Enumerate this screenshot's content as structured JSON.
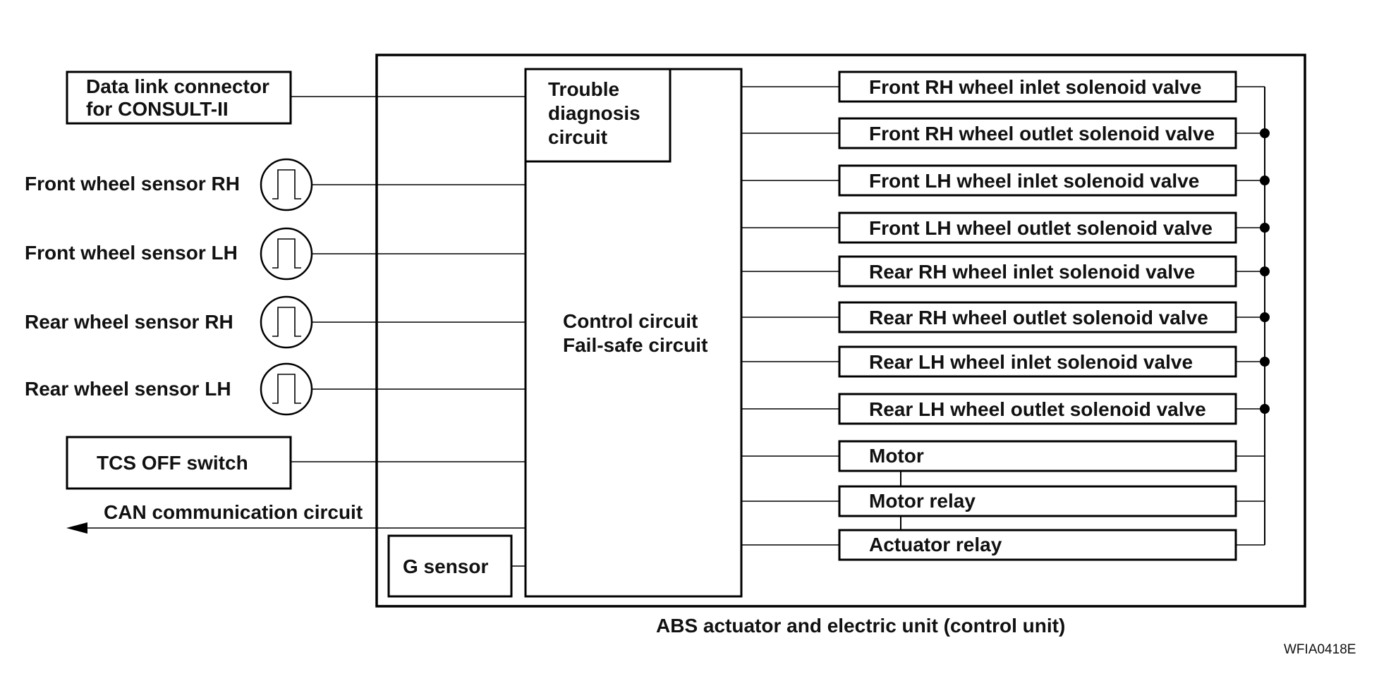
{
  "inputs": {
    "data_link": [
      "Data link connector",
      "for CONSULT-II"
    ],
    "sensors": [
      "Front wheel sensor RH",
      "Front wheel sensor LH",
      "Rear wheel sensor RH",
      "Rear wheel sensor LH"
    ],
    "tcs_switch": "TCS OFF switch",
    "can": "CAN communication circuit"
  },
  "unit": {
    "trouble": [
      "Trouble",
      "diagnosis",
      "circuit"
    ],
    "control": [
      "Control circuit",
      "Fail-safe circuit"
    ],
    "g_sensor": "G sensor",
    "caption": "ABS actuator and electric unit (control unit)"
  },
  "outputs": {
    "valves": [
      "Front RH wheel inlet solenoid valve",
      "Front RH wheel outlet solenoid valve",
      "Front LH wheel inlet solenoid valve",
      "Front LH wheel outlet solenoid valve",
      "Rear RH wheel inlet solenoid valve",
      "Rear RH wheel outlet solenoid valve",
      "Rear LH wheel inlet solenoid valve",
      "Rear LH wheel outlet solenoid valve"
    ],
    "motor": "Motor",
    "motor_relay": "Motor relay",
    "actuator_relay": "Actuator relay"
  },
  "figure_code": "WFIA0418E"
}
